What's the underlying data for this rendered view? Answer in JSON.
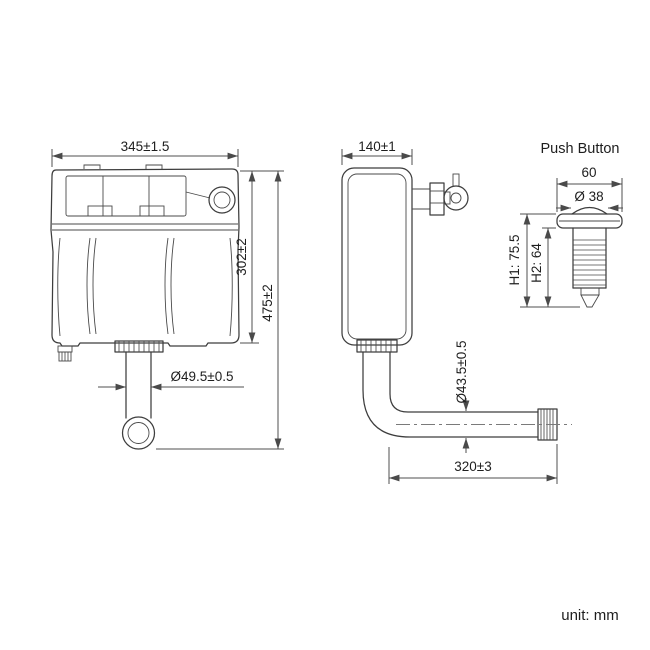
{
  "front_view": {
    "width_dim": "345±1.5",
    "body_height_dim": "302±2",
    "total_height_dim": "475±2",
    "outlet_diameter_dim": "Ø49.5±0.5"
  },
  "side_view": {
    "depth_dim": "140±1",
    "pipe_diameter_dim": "Ø43.5±0.5",
    "pipe_length_dim": "320±3"
  },
  "push_button": {
    "title": "Push Button",
    "width_dim": "60",
    "cap_diameter_dim": "Ø 38",
    "h1_dim": "H1: 75.5",
    "h2_dim": "H2: 64"
  },
  "footer": {
    "unit_label": "unit: mm"
  }
}
